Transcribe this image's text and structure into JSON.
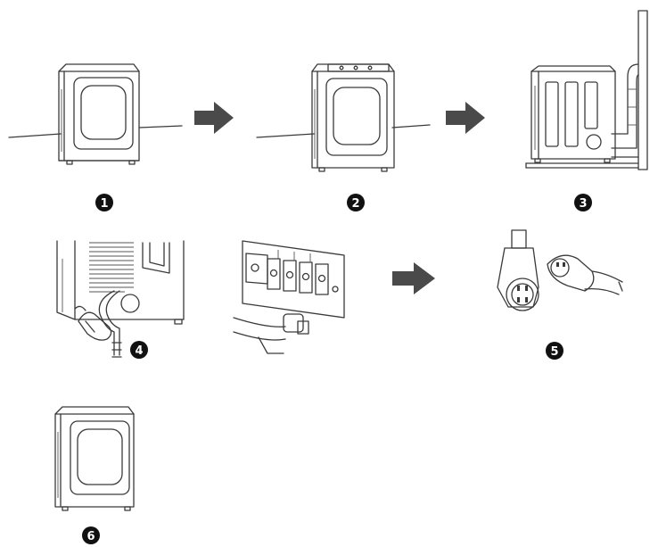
{
  "steps": {
    "step1": "1",
    "step2": "2",
    "step3": "3",
    "step4": "4",
    "step5": "5",
    "step6": "6"
  },
  "colors": {
    "line": "#3a3a3a",
    "arrow": "#4a4a4a",
    "badge": "#111111",
    "background": "#ffffff"
  },
  "icons": [
    "dryer-front-icon",
    "dryer-control-panel-icon",
    "dryer-vent-duct-icon",
    "gas-hose-connection-icon",
    "terminal-block-icon",
    "power-plug-outlet-icon",
    "arrow-right-icon"
  ]
}
